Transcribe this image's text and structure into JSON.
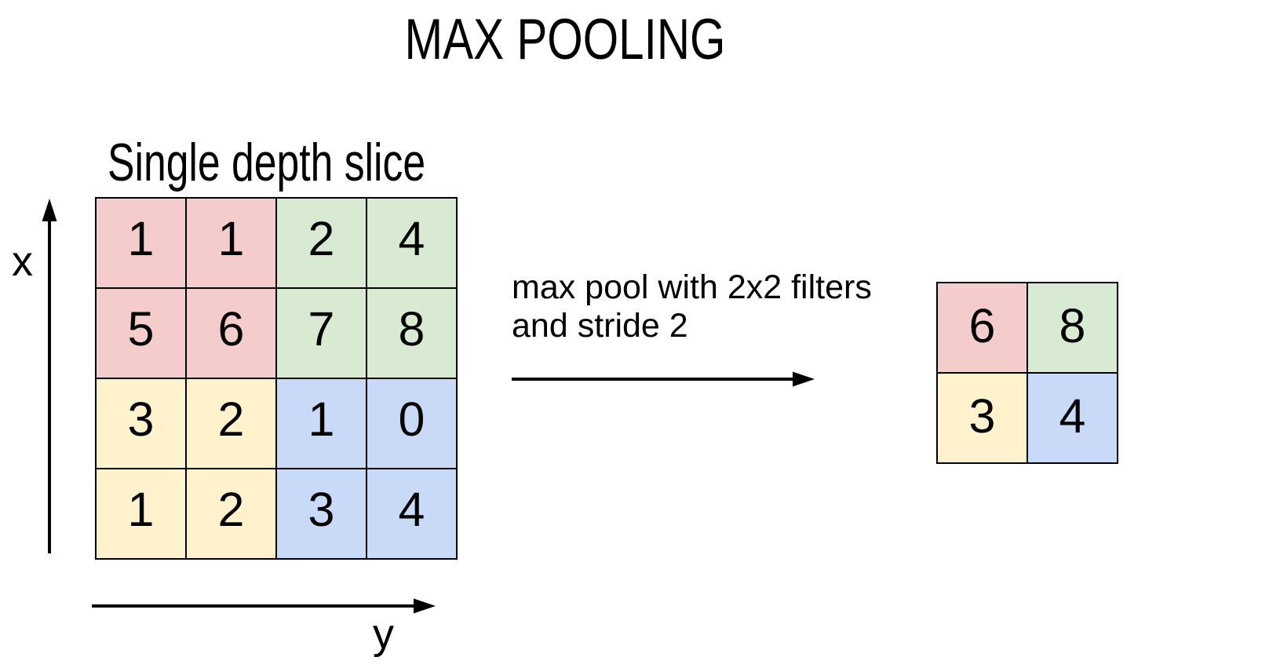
{
  "title": "MAX POOLING",
  "colors": {
    "pink": "#f4cccc",
    "green": "#d9ead3",
    "yellow": "#fff2cc",
    "blue": "#c9daf8",
    "stroke": "#000000",
    "background": "#ffffff"
  },
  "axes": {
    "x_label": "x",
    "y_label": "y"
  },
  "input_grid": {
    "label": "Single depth slice",
    "rows": 4,
    "cols": 4,
    "cells": [
      {
        "value": "1",
        "color": "pink"
      },
      {
        "value": "1",
        "color": "pink"
      },
      {
        "value": "2",
        "color": "green"
      },
      {
        "value": "4",
        "color": "green"
      },
      {
        "value": "5",
        "color": "pink"
      },
      {
        "value": "6",
        "color": "pink"
      },
      {
        "value": "7",
        "color": "green"
      },
      {
        "value": "8",
        "color": "green"
      },
      {
        "value": "3",
        "color": "yellow"
      },
      {
        "value": "2",
        "color": "yellow"
      },
      {
        "value": "1",
        "color": "blue"
      },
      {
        "value": "0",
        "color": "blue"
      },
      {
        "value": "1",
        "color": "yellow"
      },
      {
        "value": "2",
        "color": "yellow"
      },
      {
        "value": "3",
        "color": "blue"
      },
      {
        "value": "4",
        "color": "blue"
      }
    ]
  },
  "operation": {
    "line1": "max pool with 2x2 filters",
    "line2": "and stride 2"
  },
  "output_grid": {
    "rows": 2,
    "cols": 2,
    "cells": [
      {
        "value": "6",
        "color": "pink"
      },
      {
        "value": "8",
        "color": "green"
      },
      {
        "value": "3",
        "color": "yellow"
      },
      {
        "value": "4",
        "color": "blue"
      }
    ]
  }
}
